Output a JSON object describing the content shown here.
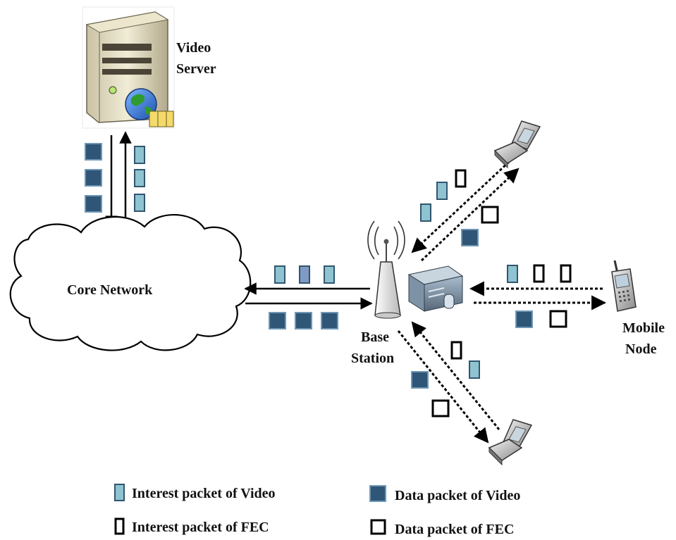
{
  "labels": {
    "video_server_line1": "Video",
    "video_server_line2": "Server",
    "core_network": "Core Network",
    "base_station_line1": "Base",
    "base_station_line2": "Station",
    "mobile_node_line1": "Mobile",
    "mobile_node_line2": "Node"
  },
  "legend": {
    "interest_video": "Interest packet of Video",
    "data_video": "Data packet of Video",
    "interest_fec": "Interest packet of FEC",
    "data_fec": "Data packet of FEC"
  },
  "colors": {
    "data_video_fill": "#2f5577",
    "interest_video_fill": "#8fc3d2",
    "interest_video_alt_fill": "#7f9bc4",
    "fec_stroke": "#000000"
  },
  "icons": {
    "server": "video-server-icon",
    "cloud": "cloud-icon",
    "antenna": "antenna-icon",
    "router": "router-icon",
    "phone_flip": "flip-phone-icon",
    "phone_candybar": "mobile-phone-icon"
  }
}
